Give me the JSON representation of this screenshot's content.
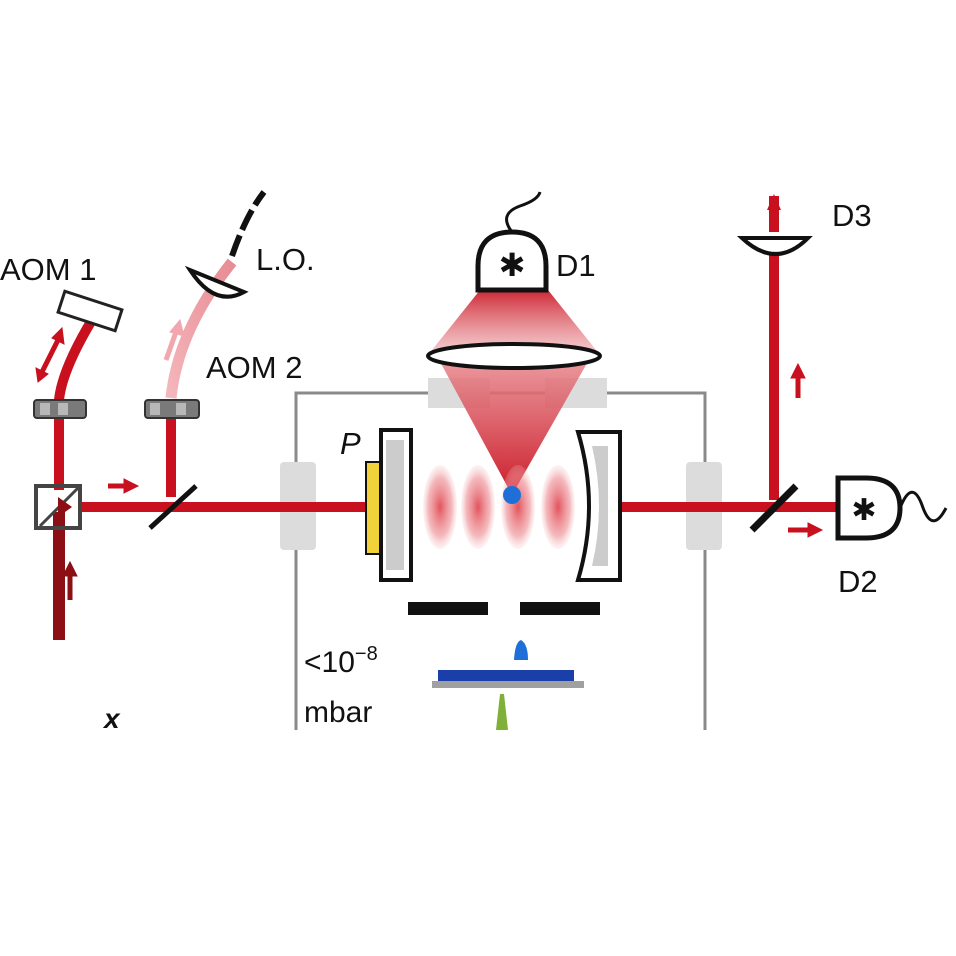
{
  "labels": {
    "aom1": "AOM 1",
    "aom2": "AOM 2",
    "lo": "L.O.",
    "d1": "D1",
    "d2": "D2",
    "d3": "D3",
    "p": "P",
    "pressure_prefix": "<10",
    "pressure_exp": "−8",
    "pressure_unit": "mbar",
    "axis_x": "x"
  },
  "colors": {
    "laser": "#c8101e",
    "laser_dark": "#8b0f15",
    "laser_pale": "#f0a8ae",
    "chamber": "#8a8a8a",
    "window": "#dcdcdc",
    "mirror_coating": "#f2d23a",
    "atom": "#1f6fd8",
    "atom_source": "#1a3fa8",
    "plate": "#a0a0a0",
    "green_beam": "#7fb03a"
  },
  "icons": {
    "detector": "photodetector-icon",
    "lens": "lens-icon",
    "beam_splitter": "beam-splitter-icon",
    "arrow": "arrow-icon"
  }
}
